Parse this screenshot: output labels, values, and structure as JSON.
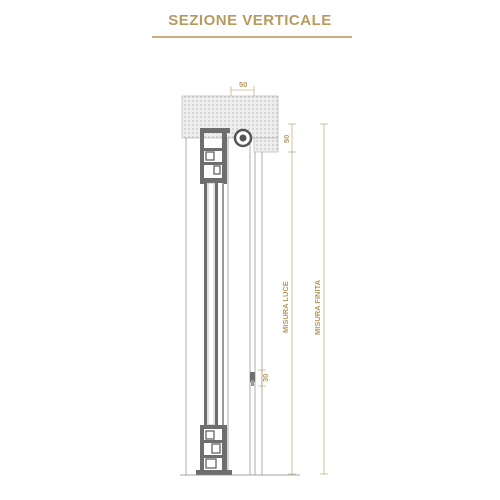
{
  "title": "SEZIONE VERTICALE",
  "dimensions": {
    "top_width": "50",
    "box_height": "50",
    "small_offset": "30",
    "clear_height_label": "MISURA LUCE",
    "finished_height_label": "MISURA FINITA"
  },
  "colors": {
    "accent": "#b89a5e",
    "line": "#8a8a8a",
    "profile": "#6e6e6e",
    "dotted_box": "#e8e8e8"
  }
}
